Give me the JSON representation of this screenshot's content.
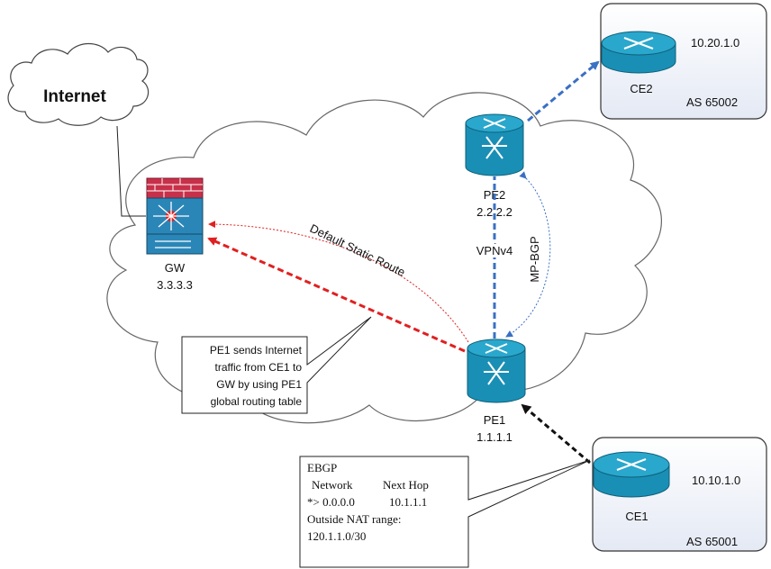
{
  "internet": {
    "label": "Internet"
  },
  "gw": {
    "name": "GW",
    "address": "3.3.3.3"
  },
  "pe1": {
    "name": "PE1",
    "address": "1.1.1.1"
  },
  "pe2": {
    "name": "PE2",
    "address": "2.2.2.2"
  },
  "ce1": {
    "name": "CE1",
    "network": "10.10.1.0",
    "as": "AS 65001"
  },
  "ce2": {
    "name": "CE2",
    "network": "10.20.1.0",
    "as": "AS 65002"
  },
  "links": {
    "default_static_route": "Default Static Route",
    "vpnv4": "VPNv4",
    "mp_bgp": "MP-BGP"
  },
  "callout_pe1": {
    "lines": [
      "PE1 sends Internet",
      "traffic from CE1 to",
      "GW by using PE1",
      "global routing table"
    ]
  },
  "callout_ebgp": {
    "title": "EBGP",
    "col_network": "Network",
    "col_nexthop": "Next Hop",
    "route_network": "*> 0.0.0.0",
    "route_nexthop": "10.1.1.1",
    "nat_label": "Outside NAT range:",
    "nat_range": "120.1.1.0/30"
  },
  "colors": {
    "router_blue": "#1a8fb5",
    "router_top": "#2aa7cc",
    "link_blue": "#3a70c4",
    "route_red": "#e02020",
    "firewall_red": "#c8304a",
    "firewall_blue": "#2b86b8"
  }
}
